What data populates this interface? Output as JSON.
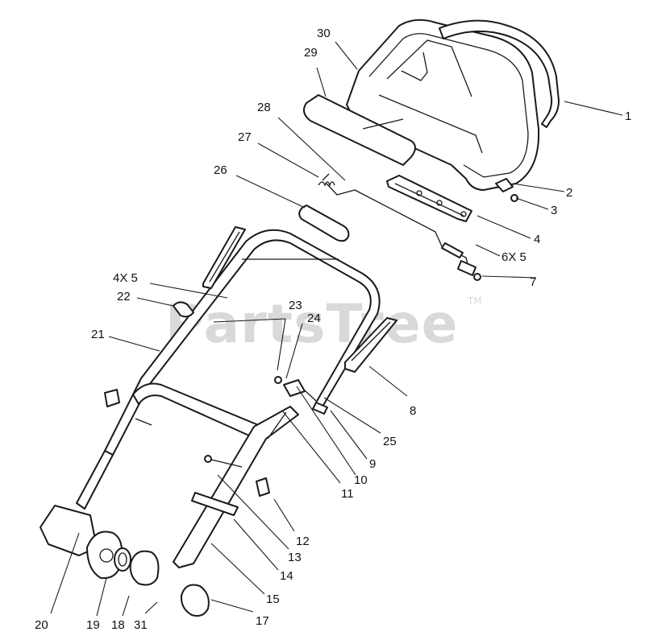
{
  "watermark": {
    "text": "PartsTree",
    "trademark": "TM"
  },
  "callouts": [
    "1",
    "2",
    "3",
    "4",
    "6X 5",
    "7",
    "8",
    "25",
    "9",
    "10",
    "11",
    "12",
    "13",
    "14",
    "15",
    "17",
    "31",
    "18",
    "19",
    "20",
    "21",
    "22",
    "4X 5",
    "23",
    "24",
    "26",
    "27",
    "28",
    "29",
    "30"
  ],
  "colors": {
    "line": "#1a1a1a",
    "watermark": "#d9d9d9",
    "background": "#ffffff"
  }
}
